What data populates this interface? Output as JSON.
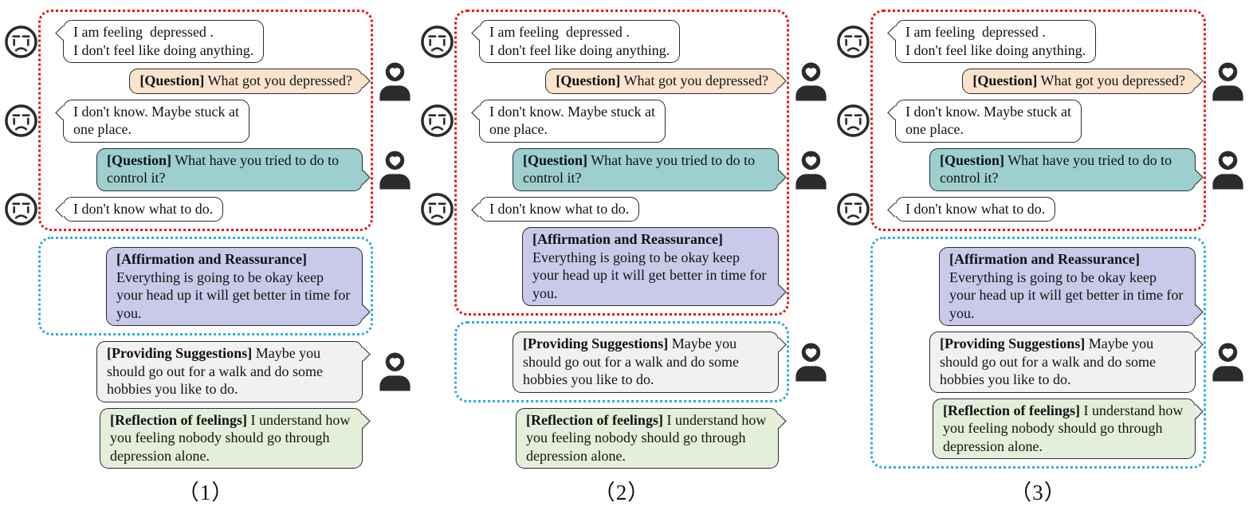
{
  "figure": {
    "messages": [
      {
        "speaker": "seeker",
        "strategy": "",
        "text": "I am feeling  depressed .\nI don't feel like doing anything.",
        "color": "#FFFFFF",
        "icon_left": true,
        "icon_right": false,
        "label_block": false
      },
      {
        "speaker": "supporter",
        "strategy": "[Question]",
        "text": "What got you depressed?",
        "color": "#FAE3CD",
        "icon_left": false,
        "icon_right": true,
        "label_block": false
      },
      {
        "speaker": "seeker",
        "strategy": "",
        "text": "I don't know. Maybe stuck at\none place.",
        "color": "#FFFFFF",
        "icon_left": true,
        "icon_right": false,
        "label_block": false
      },
      {
        "speaker": "supporter",
        "strategy": "[Question]",
        "text": "What have you tried to do to control it?",
        "color": "#9DCFCF",
        "icon_left": false,
        "icon_right": true,
        "label_block": false
      },
      {
        "speaker": "seeker",
        "strategy": "",
        "text": "I don't know what to do.",
        "color": "#FFFFFF",
        "icon_left": true,
        "icon_right": false,
        "label_block": false
      },
      {
        "speaker": "supporter",
        "strategy": "[Affirmation and Reassurance]",
        "text": "Everything is going to be okay keep your head up it will get better in time for you.",
        "color": "#C9C9EA",
        "icon_left": false,
        "icon_right": false,
        "label_block": true
      },
      {
        "speaker": "supporter",
        "strategy": "[Providing Suggestions]",
        "text": "Maybe you should go out for a walk and do some hobbies you like to do.",
        "color": "#F1F1F1",
        "icon_left": false,
        "icon_right": true,
        "label_block": false
      },
      {
        "speaker": "supporter",
        "strategy": "[Reflection of feelings]",
        "text": "I understand how you feeling nobody should go through depression alone.",
        "color": "#E3EFDA",
        "icon_left": false,
        "icon_right": false,
        "label_block": false
      }
    ],
    "panels": [
      {
        "label": "（1）",
        "segments": [
          {
            "box": "red",
            "messages": [
              0,
              1,
              2,
              3,
              4
            ]
          },
          {
            "box": "cyan",
            "messages": [
              5
            ]
          },
          {
            "box": "none",
            "messages": [
              6
            ]
          },
          {
            "box": "none",
            "messages": [
              7
            ]
          }
        ]
      },
      {
        "label": "（2）",
        "segments": [
          {
            "box": "red",
            "messages": [
              0,
              1,
              2,
              3,
              4,
              5
            ]
          },
          {
            "box": "cyan",
            "messages": [
              6
            ]
          },
          {
            "box": "none",
            "messages": [
              7
            ]
          }
        ]
      },
      {
        "label": "（3）",
        "segments": [
          {
            "box": "red",
            "messages": [
              0,
              1,
              2,
              3,
              4
            ]
          },
          {
            "box": "cyan",
            "messages": [
              5,
              6,
              7
            ]
          }
        ]
      }
    ],
    "colors": {
      "red_box": "#EE1111",
      "cyan_box": "#2BAEE4",
      "bubble_border": "#2b2b2b",
      "icon_ink": "#2b2b2b"
    },
    "icons": {
      "seeker": "crying-face-icon",
      "supporter": "supporter-person-heart-icon"
    }
  }
}
